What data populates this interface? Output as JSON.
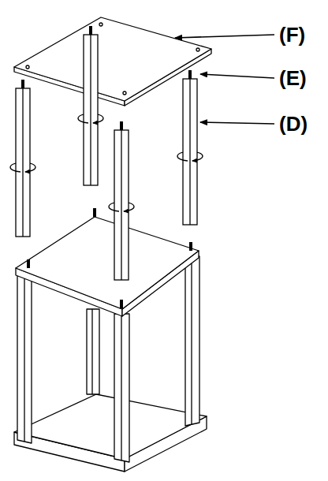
{
  "diagram": {
    "labels": [
      "(F)",
      "(E)",
      "(D)"
    ]
  }
}
